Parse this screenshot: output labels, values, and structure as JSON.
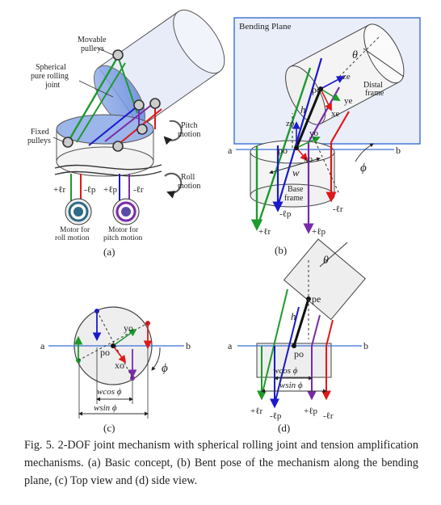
{
  "panel_a": {
    "label": "(a)",
    "movable_pulleys_1": "Movable",
    "movable_pulleys_2": "pulleys",
    "spherical_1": "Spherical",
    "spherical_2": "pure rolling",
    "spherical_3": "joint",
    "fixed_1": "Fixed",
    "fixed_2": "pulleys",
    "pitch_1": "Pitch",
    "pitch_2": "motion",
    "roll_1": "Roll",
    "roll_2": "motion",
    "tension_plus_r": "+ℓr",
    "tension_minus_p": "-ℓp",
    "tension_plus_p": "+ℓp",
    "tension_minus_r": "-ℓr",
    "motor_roll_1": "Motor for",
    "motor_roll_2": "roll motion",
    "motor_pitch_1": "Motor for",
    "motor_pitch_2": "pitch motion"
  },
  "panel_b": {
    "label": "(b)",
    "plane_title": "Bending Plane",
    "theta": "θ",
    "pe": "pe",
    "ze": "ze",
    "ye": "ye",
    "xe": "xe",
    "distal_1": "Distal",
    "distal_2": "frame",
    "h": "h",
    "zo": "zo",
    "yo": "yo",
    "po": "po",
    "xo": "xo",
    "a": "a",
    "b": "b",
    "w": "w",
    "phi": "ϕ",
    "base_1": "Base",
    "base_2": "frame",
    "tension_minus_p": "-ℓp",
    "tension_minus_r": "-ℓr",
    "tension_plus_r": "+ℓr",
    "tension_plus_p": "+ℓp"
  },
  "panel_c": {
    "label": "(c)",
    "a": "a",
    "b": "b",
    "yo": "yo",
    "po": "po",
    "xo": "xo",
    "phi": "ϕ",
    "wcos": "wcos ϕ",
    "wsin": "wsin ϕ"
  },
  "panel_d": {
    "label": "(d)",
    "theta": "θ",
    "pe": "pe",
    "h": "h",
    "a": "a",
    "b": "b",
    "po": "po",
    "wcos": "wcos ϕ",
    "wsin": "wsin ϕ",
    "tension_plus_r": "+ℓr",
    "tension_minus_p": "-ℓp",
    "tension_plus_p": "+ℓp",
    "tension_minus_r": "-ℓr"
  },
  "caption": "Fig. 5. 2-DOF joint mechanism with spherical rolling joint and tension amplification mechanisms. (a) Basic concept, (b) Bent pose of the mechanism along the bending plane, (c) Top view and (d) side view.",
  "colors": {
    "green": "#1e9a2e",
    "blue": "#1a1acc",
    "purple": "#7a2aa8",
    "red": "#e01818",
    "axis_blue": "#3a6fd6"
  }
}
